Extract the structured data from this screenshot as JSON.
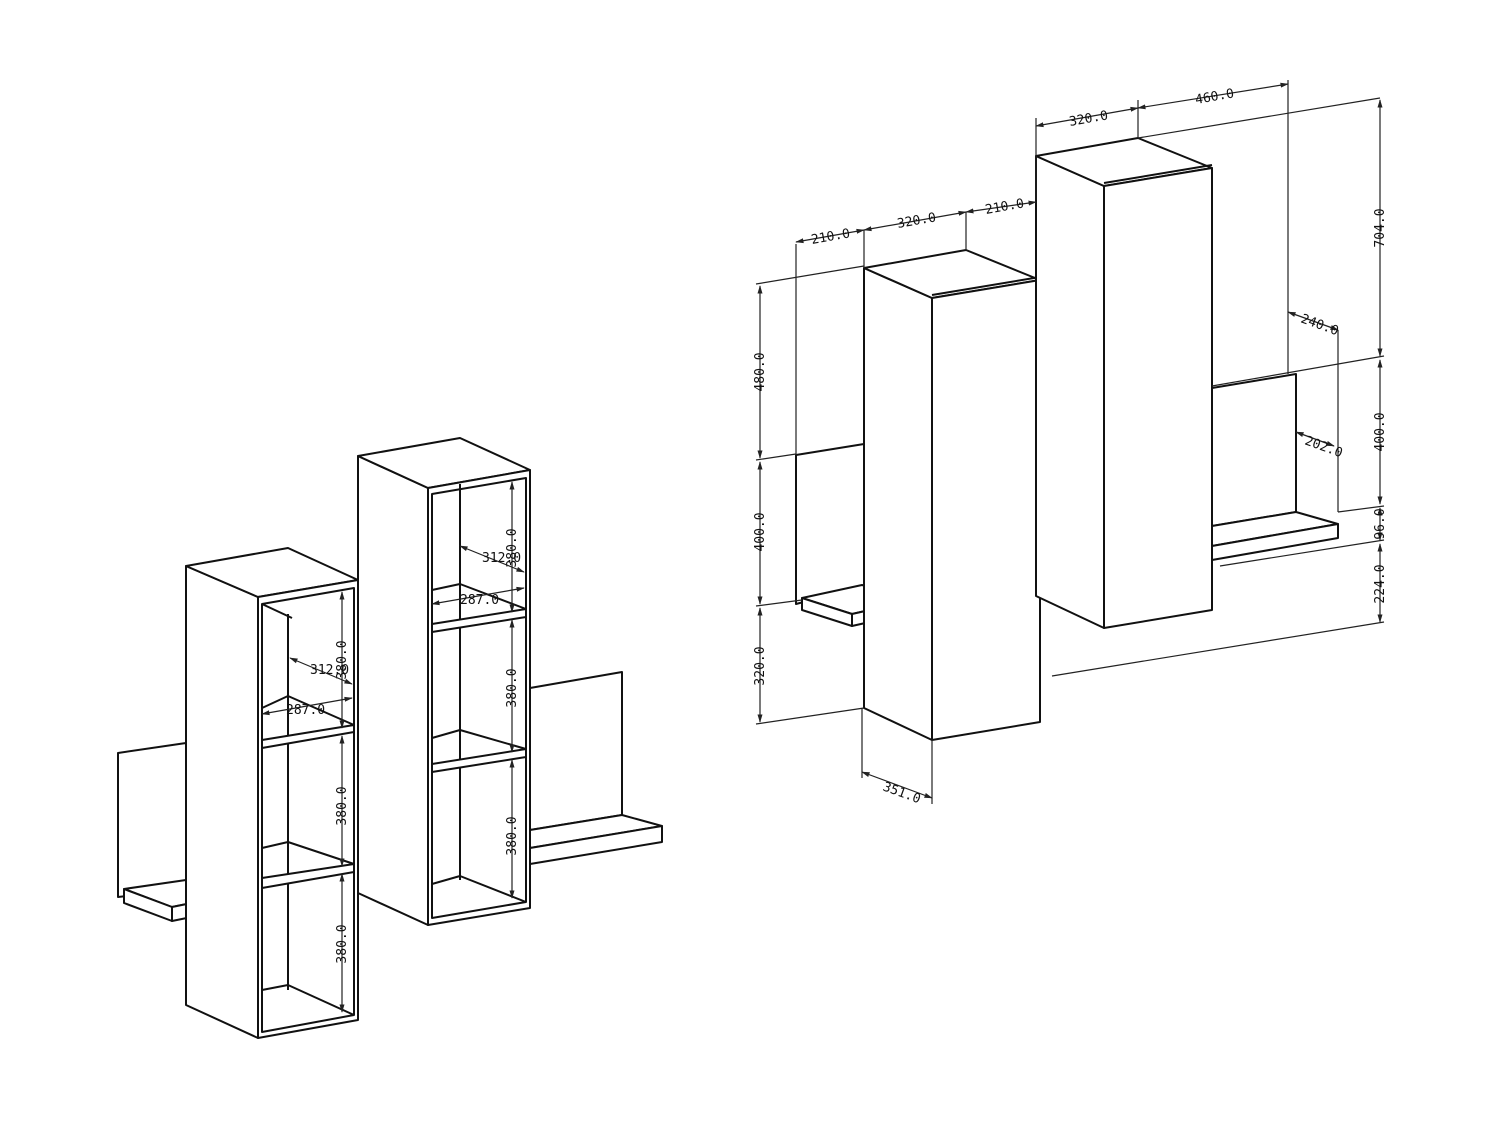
{
  "drawing": {
    "left_unit": {
      "short_tower": {
        "row_height_1": "380.0",
        "row_height_2": "380.0",
        "row_height_3": "380.0",
        "inner_depth": "312.0",
        "inner_width": "287.0"
      },
      "tall_tower": {
        "row_height_1": "380.0",
        "row_height_2": "380.0",
        "row_height_3": "380.0",
        "inner_depth": "312.0",
        "inner_width": "287.0"
      }
    },
    "right_unit": {
      "top_offset_a": "210.0",
      "cabinet_width_a": "320.0",
      "top_offset_b": "210.0",
      "cabinet_width_b": "320.0",
      "top_offset_c": "460.0",
      "shelf_depth": "240.0",
      "shelf_inner_depth": "202.0",
      "left_height_1": "480.0",
      "left_height_2": "400.0",
      "left_height_3": "320.0",
      "right_height_1": "704.0",
      "right_height_2": "400.0",
      "right_height_3": "96.0",
      "right_height_4": "224.0",
      "cabinet_depth": "351.0"
    }
  },
  "colors": {
    "ink": "#111111",
    "paper": "#ffffff"
  }
}
